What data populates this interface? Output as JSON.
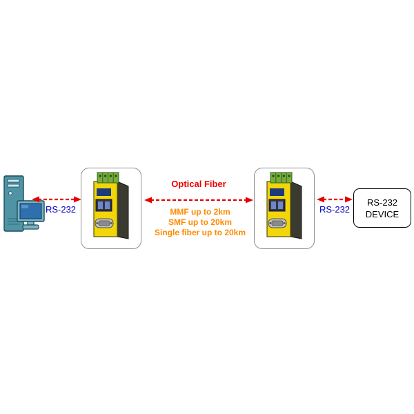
{
  "diagram": {
    "left_link_label": "RS-232",
    "fiber_title": "Optical Fiber",
    "fiber_specs": [
      "MMF up to 2km",
      "SMF up to 20km",
      "Single fiber up to 20km"
    ],
    "right_link_label": "RS-232",
    "device_label_line1": "RS-232",
    "device_label_line2": "DEVICE"
  },
  "icons": {
    "pc": "desktop-computer-icon",
    "converter": "fiber-media-converter-icon",
    "link": "bidirectional-dashed-arrow-icon"
  },
  "colors": {
    "arrow": "#e60000",
    "link_label": "#0000c8",
    "fiber_title": "#ee0000",
    "fiber_specs": "#ff8a00",
    "device_yellow": "#f2d60a",
    "device_dark": "#3a3a30",
    "terminal_green": "#76ae3c",
    "converter_outline": "#8e8e8e",
    "box_border": "#000000"
  }
}
